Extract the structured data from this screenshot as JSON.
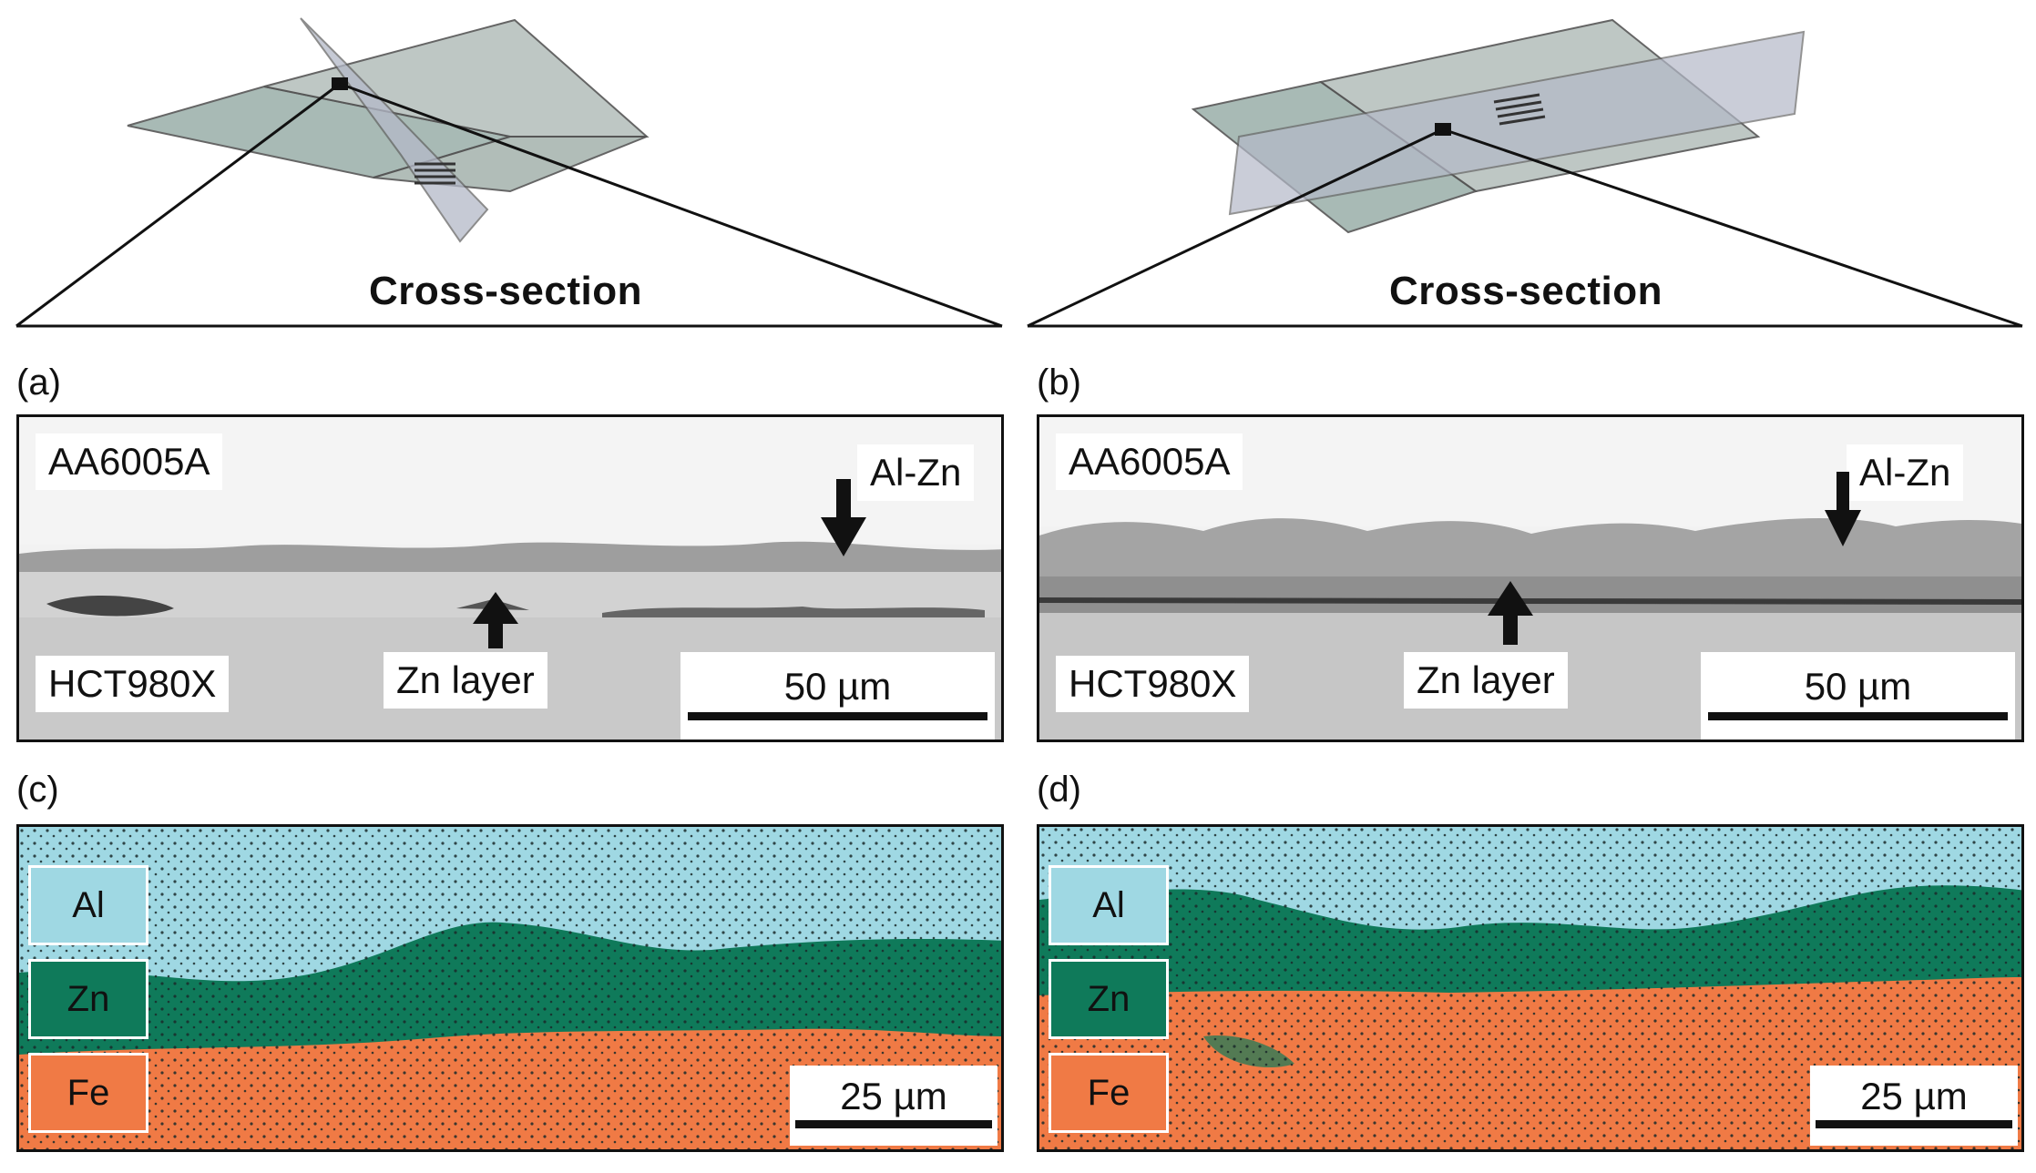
{
  "colors": {
    "al": "#9fd8e3",
    "zn": "#0f7a5a",
    "fe": "#f07a45",
    "plate": "#9fb3ae",
    "plane": "#b4b9c8"
  },
  "panels": [
    {
      "schematic_title": "Cross-section",
      "sem_label": "(a)",
      "eds_label": "(c)",
      "top_material": "AA6005A",
      "bottom_material": "HCT980X",
      "alzn_label": "Al-Zn",
      "zn_label": "Zn layer",
      "sem_scale": "50 µm",
      "eds_scale": "25 µm",
      "legend": [
        "Al",
        "Zn",
        "Fe"
      ]
    },
    {
      "schematic_title": "Cross-section",
      "sem_label": "(b)",
      "eds_label": "(d)",
      "top_material": "AA6005A",
      "bottom_material": "HCT980X",
      "alzn_label": "Al-Zn",
      "zn_label": "Zn layer",
      "sem_scale": "50 µm",
      "eds_scale": "25 µm",
      "legend": [
        "Al",
        "Zn",
        "Fe"
      ]
    }
  ]
}
